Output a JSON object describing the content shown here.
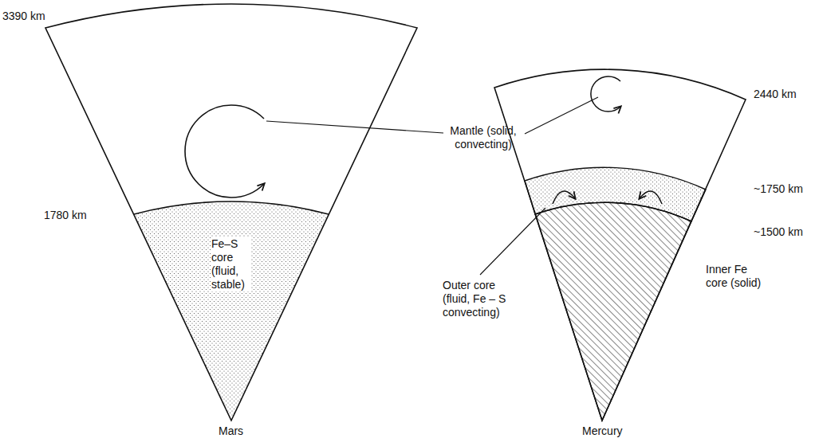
{
  "diagram": {
    "nodes": [
      {
        "text": [
          "Fe–S core (fluid, stable)"
        ]
      }
    ],
    "labels": [
      "3390 km",
      "1780 km",
      "Mantle (solid, convecting)",
      "2440 km",
      "~1750 km",
      "~1500 km",
      "Outer core (fluid, Fe – S convecting)",
      "Inner Fe core (solid)",
      "Mars",
      "Mercury"
    ]
  }
}
